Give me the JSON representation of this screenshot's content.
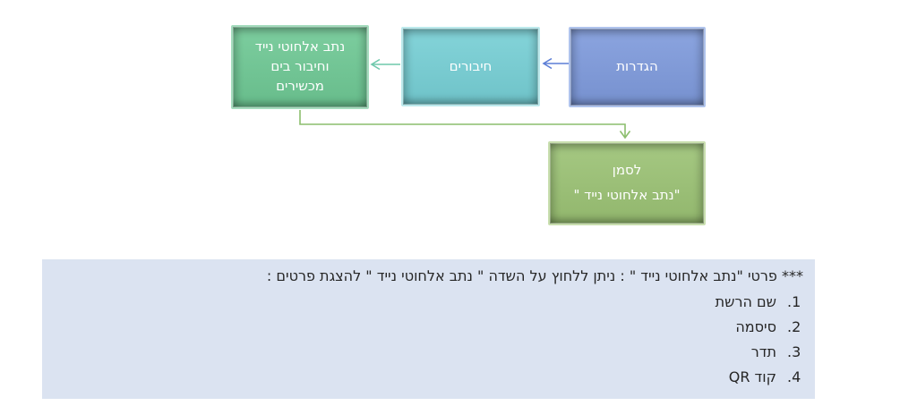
{
  "diagram": {
    "boxes": [
      {
        "id": "settings",
        "label": "הגדרות",
        "color": "#7E9ADC"
      },
      {
        "id": "connections",
        "label": "חיבורים",
        "color": "#76CFD5"
      },
      {
        "id": "router",
        "color": "#6EC894",
        "lines": [
          "נתב אלחוטי נייד",
          "וחיבור בים",
          "מכשירים"
        ]
      },
      {
        "id": "mark",
        "color": "#9BC274",
        "lines": [
          "לסמן",
          "\"נתב אלחוטי נייד \""
        ]
      }
    ],
    "connectors": {
      "settings_to_connections_color": "#5C7ED6",
      "connections_to_router_color": "#6FC8AC",
      "router_to_mark_color": "#8CBE6D"
    }
  },
  "notes": {
    "background_color": "#DBE3F1",
    "text_color": "#262626",
    "intro": "*** פרטי \"נתב אלחוטי נייד \" : ניתן ללחוץ על השדה \" נתב אלחוטי נייד \" להצגת פרטים :",
    "items": [
      {
        "num": "1.",
        "label": "שם הרשת"
      },
      {
        "num": "2.",
        "label": "סיסמה"
      },
      {
        "num": "3.",
        "label": "תדר"
      },
      {
        "num": "4.",
        "label": "קוד QR"
      }
    ]
  }
}
